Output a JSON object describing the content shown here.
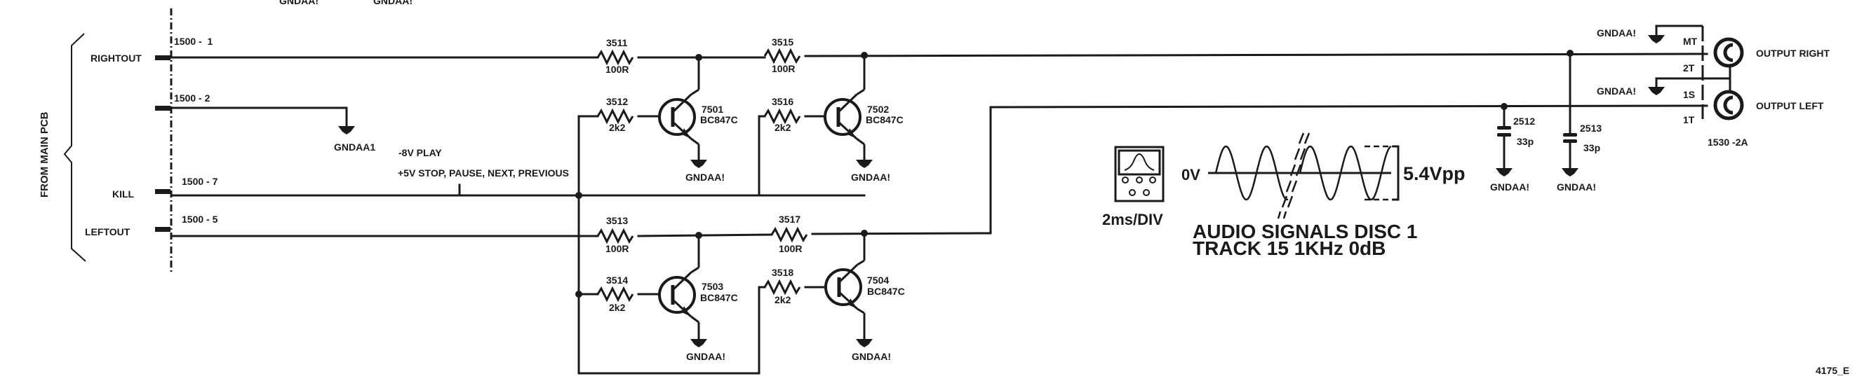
{
  "title": "Audio output mute circuit schematic",
  "top_labels": [
    "GNDAA!",
    "GNDAA!"
  ],
  "source_group_label": "FROM MAIN PCB",
  "input_connector": {
    "pins": [
      {
        "signal": "RIGHTOUT",
        "pin": "1500 -  1"
      },
      {
        "signal": "",
        "pin": "1500 - 2"
      },
      {
        "signal": "KILL",
        "pin": "1500 - 7"
      },
      {
        "signal": "LEFTOUT",
        "pin": "1500 - 5"
      }
    ]
  },
  "pin2_ground_label": "GNDAA1",
  "kill_notes": {
    "line1": "-8V PLAY",
    "line2": "+5V STOP, PAUSE, NEXT, PREVIOUS"
  },
  "resistors": [
    {
      "ref": "3511",
      "value": "100R"
    },
    {
      "ref": "3512",
      "value": "2k2"
    },
    {
      "ref": "3515",
      "value": "100R"
    },
    {
      "ref": "3516",
      "value": "2k2"
    },
    {
      "ref": "3513",
      "value": "100R"
    },
    {
      "ref": "3514",
      "value": "2k2"
    },
    {
      "ref": "3517",
      "value": "100R"
    },
    {
      "ref": "3518",
      "value": "2k2"
    }
  ],
  "transistors": [
    {
      "ref": "7501",
      "type": "BC847C",
      "ground": "GNDAA!"
    },
    {
      "ref": "7502",
      "type": "BC847C",
      "ground": "GNDAA!"
    },
    {
      "ref": "7503",
      "type": "BC847C",
      "ground": "GNDAA!"
    },
    {
      "ref": "7504",
      "type": "BC847C",
      "ground": "GNDAA!"
    }
  ],
  "capacitors": [
    {
      "ref": "2512",
      "value": "33p",
      "ground": "GNDAA!"
    },
    {
      "ref": "2513",
      "value": "33p",
      "ground": "GNDAA!"
    }
  ],
  "output_connector": {
    "ref": "1530 -2A",
    "pins": [
      "MT",
      "2T",
      "1S",
      "1T"
    ],
    "ground_labels": [
      "GNDAA!",
      "GNDAA!"
    ],
    "outputs": [
      "OUTPUT RIGHT",
      "OUTPUT LEFT"
    ]
  },
  "scope": {
    "icon": "oscilloscope-icon",
    "timebase": "2ms/DIV",
    "zero_label": "0V",
    "amplitude": "5.4Vpp",
    "caption_line1": "AUDIO SIGNALS DISC 1",
    "caption_line2": "TRACK 15 1KHz 0dB"
  },
  "drawing_number": "4175_E"
}
